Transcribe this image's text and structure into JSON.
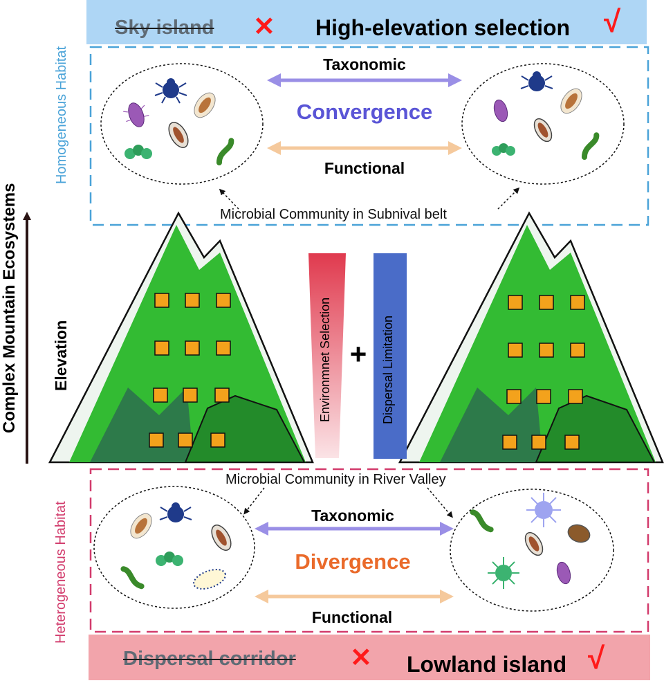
{
  "top": {
    "rejected_term": "Sky island",
    "rejected_mark": "✕",
    "accepted_term": "High-elevation selection",
    "accepted_mark": "√",
    "habitat_label": "Homogeneous Habitat",
    "taxonomic_label": "Taxonomic",
    "pattern_label": "Convergence",
    "functional_label": "Functional",
    "community_label": "Microbial Community in Subnival belt"
  },
  "middle": {
    "axis_label": "Complex Mountain Ecosystems",
    "elevation_label": "Elevation",
    "environment_label": "Environmnet Selection",
    "plus_sign": "+",
    "dispersal_label": "Dispersal Limitation"
  },
  "bottom": {
    "community_label": "Microbial Community in River Valley",
    "habitat_label": "Heterogeneous Habitat",
    "taxonomic_label": "Taxonomic",
    "pattern_label": "Divergence",
    "functional_label": "Functional",
    "rejected_term": "Dispersal corridor",
    "rejected_mark": "✕",
    "accepted_term": "Lowland island",
    "accepted_mark": "√"
  },
  "colors": {
    "top_banner": "#aed6f5",
    "bottom_banner": "#f2a4ab",
    "top_frame": "#4aa3d8",
    "bottom_frame": "#d23b6c",
    "convergence": "#5a55d6",
    "divergence": "#ea6a2a",
    "taxonomic_arrow": "#9a8fe6",
    "functional_arrow": "#f5c99c",
    "mountain_green": "#33bb33",
    "mountain_dark": "#2d7a4a",
    "sample_site": "#f3a21c",
    "environment_bar": "#e03a4e",
    "dispersal_bar": "#4a6cc8"
  }
}
